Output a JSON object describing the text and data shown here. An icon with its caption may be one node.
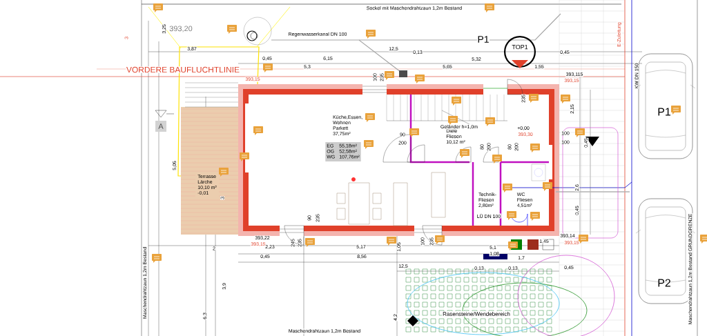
{
  "diagram": {
    "nodes": [
      {
        "text": [
          "Küche,Essen, Wohnen",
          "Parkett",
          "37,75m²"
        ]
      },
      {
        "text": [
          "EG",
          "55,18m²",
          "OG",
          "52,58m²",
          "WG",
          "107,76m²"
        ]
      },
      {
        "text": [
          "Diele",
          "Fliesen",
          "10,12 m²"
        ]
      },
      {
        "text": [
          "Technik-",
          "Fliesen",
          "2,80m²"
        ]
      },
      {
        "text": [
          "WC",
          "Fliesen",
          "4,51m²"
        ]
      },
      {
        "text": [
          "Terrasse",
          "Lärche",
          "10,10 m²",
          "-0,01"
        ]
      },
      {
        "text": [
          "A"
        ]
      },
      {
        "text": [
          "TOP1"
        ]
      },
      {
        "text": [
          "P1"
        ]
      },
      {
        "text": [
          "P2"
        ]
      },
      {
        "text": [
          "Rasensteine/Wendebereich"
        ]
      }
    ],
    "labels": [
      "Sockel mit Maschendrahtzaun 1,2m Bestand",
      "393,20",
      "Regenwasserkanal DN 100",
      "P1",
      "VORDERE BAUFLUCHTLINIE",
      "3",
      "3,25",
      "3,87",
      "0,45",
      "6,15",
      "5,3",
      "12,5",
      "0,13",
      "5,65",
      "5,32",
      "1,55",
      "0,45",
      "393,115",
      "393,15",
      "393,15",
      "E-Zuleitung",
      "KW DN 150",
      "100",
      "235",
      "235",
      "Geländer h=1,0m",
      "90",
      "200",
      "80",
      "200",
      "80",
      "200",
      "+0,00",
      "393,30",
      "100",
      "100",
      "2,15",
      "0,45",
      "5,05",
      "3",
      "LÜ DN 100",
      "90",
      "235",
      "393,22",
      "393,15",
      "2",
      "2,23",
      "5,17",
      "0,45",
      "8,56",
      "245",
      "235",
      "100",
      "235",
      "1,05",
      "12,5",
      "5,1",
      "1,45",
      "1,08",
      "1,7",
      "0,13",
      "0,13",
      "0,45",
      "393,14",
      "393,15",
      "2,6",
      "0,45",
      "3,9",
      "6,3",
      "4,2",
      "Maschendrahtzaun 1,2m Bestand",
      "Maschendrahtzaun 1,2m Bestand",
      "Maschendrahtzaun 1,2m Bestand GRUNDGRENZE"
    ]
  }
}
